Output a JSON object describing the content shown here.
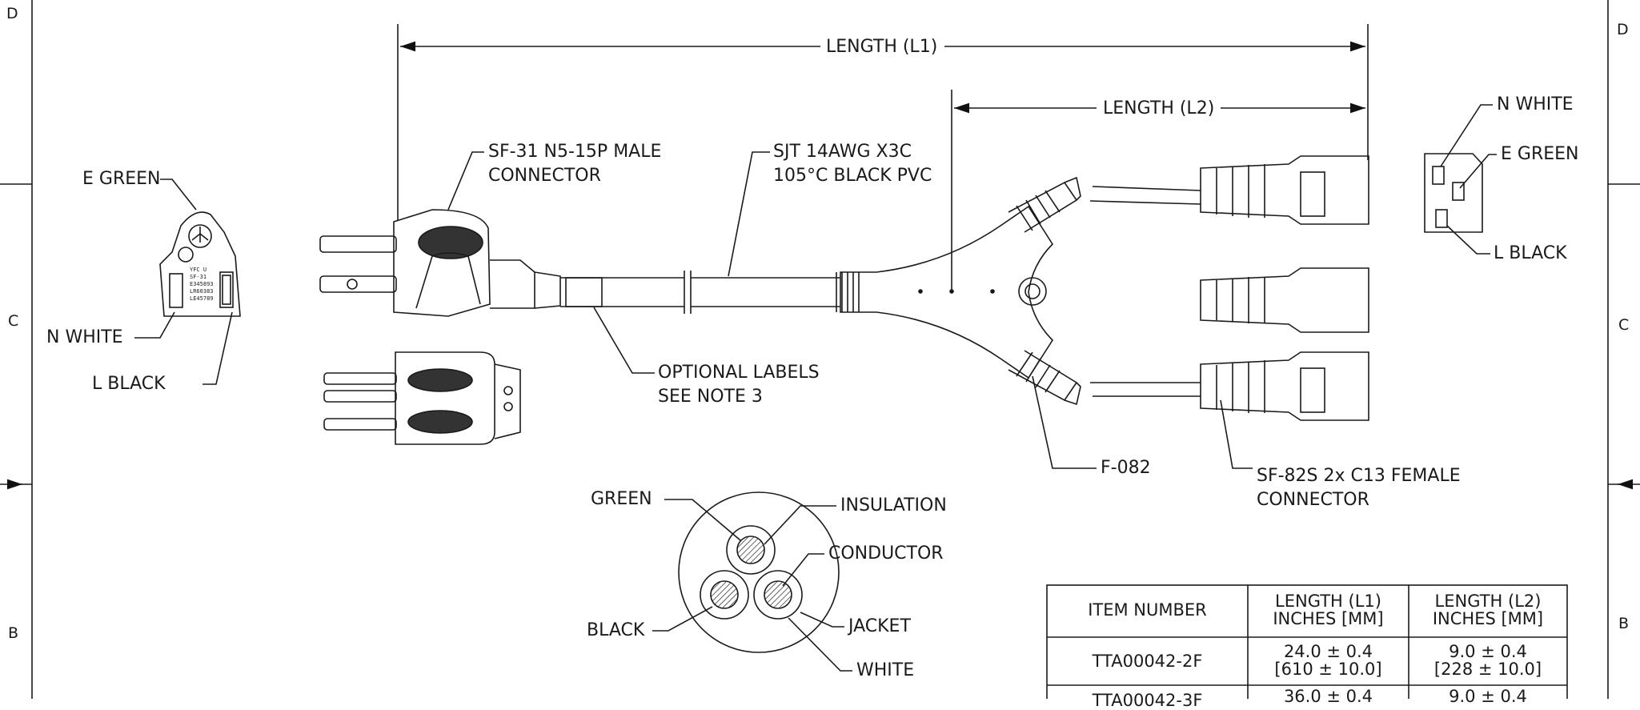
{
  "zones": {
    "d_left": "D",
    "d_right": "D",
    "c_left": "C",
    "c_right": "C",
    "b_left": "B",
    "b_right": "B"
  },
  "dimensions": {
    "l1": "LENGTH (L1)",
    "l2": "LENGTH (L2)"
  },
  "callouts": {
    "plug_face_green": "E GREEN",
    "plug_face_white": "N WHITE",
    "plug_face_black": "L BLACK",
    "plug_face_marks": [
      "YFC U",
      "SF-31",
      "E345893",
      "LR60383",
      "LE45789"
    ],
    "male_connector_1": "SF-31 N5-15P MALE",
    "male_connector_2": "CONNECTOR",
    "cable_1": "SJT 14AWG X3C",
    "cable_2": "105°C BLACK PVC",
    "labels_1": "OPTIONAL LABELS",
    "labels_2": "SEE NOTE 3",
    "splitter": "F-082",
    "female_connector_1": "SF-82S 2x C13 FEMALE",
    "female_connector_2": "CONNECTOR",
    "receptacle_white": "N WHITE",
    "receptacle_green": "E GREEN",
    "receptacle_black": "L BLACK"
  },
  "cross_section": {
    "green": "GREEN",
    "black": "BLACK",
    "white": "WHITE",
    "insulation": "INSULATION",
    "conductor": "CONDUCTOR",
    "jacket": "JACKET"
  },
  "table": {
    "headers": [
      [
        "ITEM NUMBER",
        ""
      ],
      [
        "LENGTH (L1)",
        "INCHES [MM]"
      ],
      [
        "LENGTH (L2)",
        "INCHES [MM]"
      ]
    ],
    "rows": [
      {
        "item": "TTA00042-2F",
        "l1": [
          "24.0 ± 0.4",
          "[610 ± 10.0]"
        ],
        "l2": [
          "9.0 ± 0.4",
          "[228 ± 10.0]"
        ]
      },
      {
        "item": "TTA00042-3F",
        "l1": [
          "36.0 ± 0.4",
          ""
        ],
        "l2": [
          "9.0 ± 0.4",
          ""
        ]
      }
    ]
  }
}
